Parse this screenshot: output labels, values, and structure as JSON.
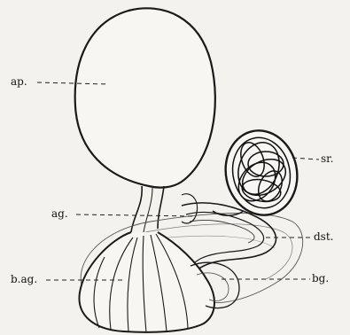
{
  "figure": {
    "labels": {
      "ap": "ap.",
      "ag": "ag.",
      "bag": "b.ag.",
      "sr": "sr.",
      "dst": "dst.",
      "bg": "bg."
    },
    "colors": {
      "ink": "#1a1a1a",
      "paper": "#f3f2ee"
    }
  }
}
